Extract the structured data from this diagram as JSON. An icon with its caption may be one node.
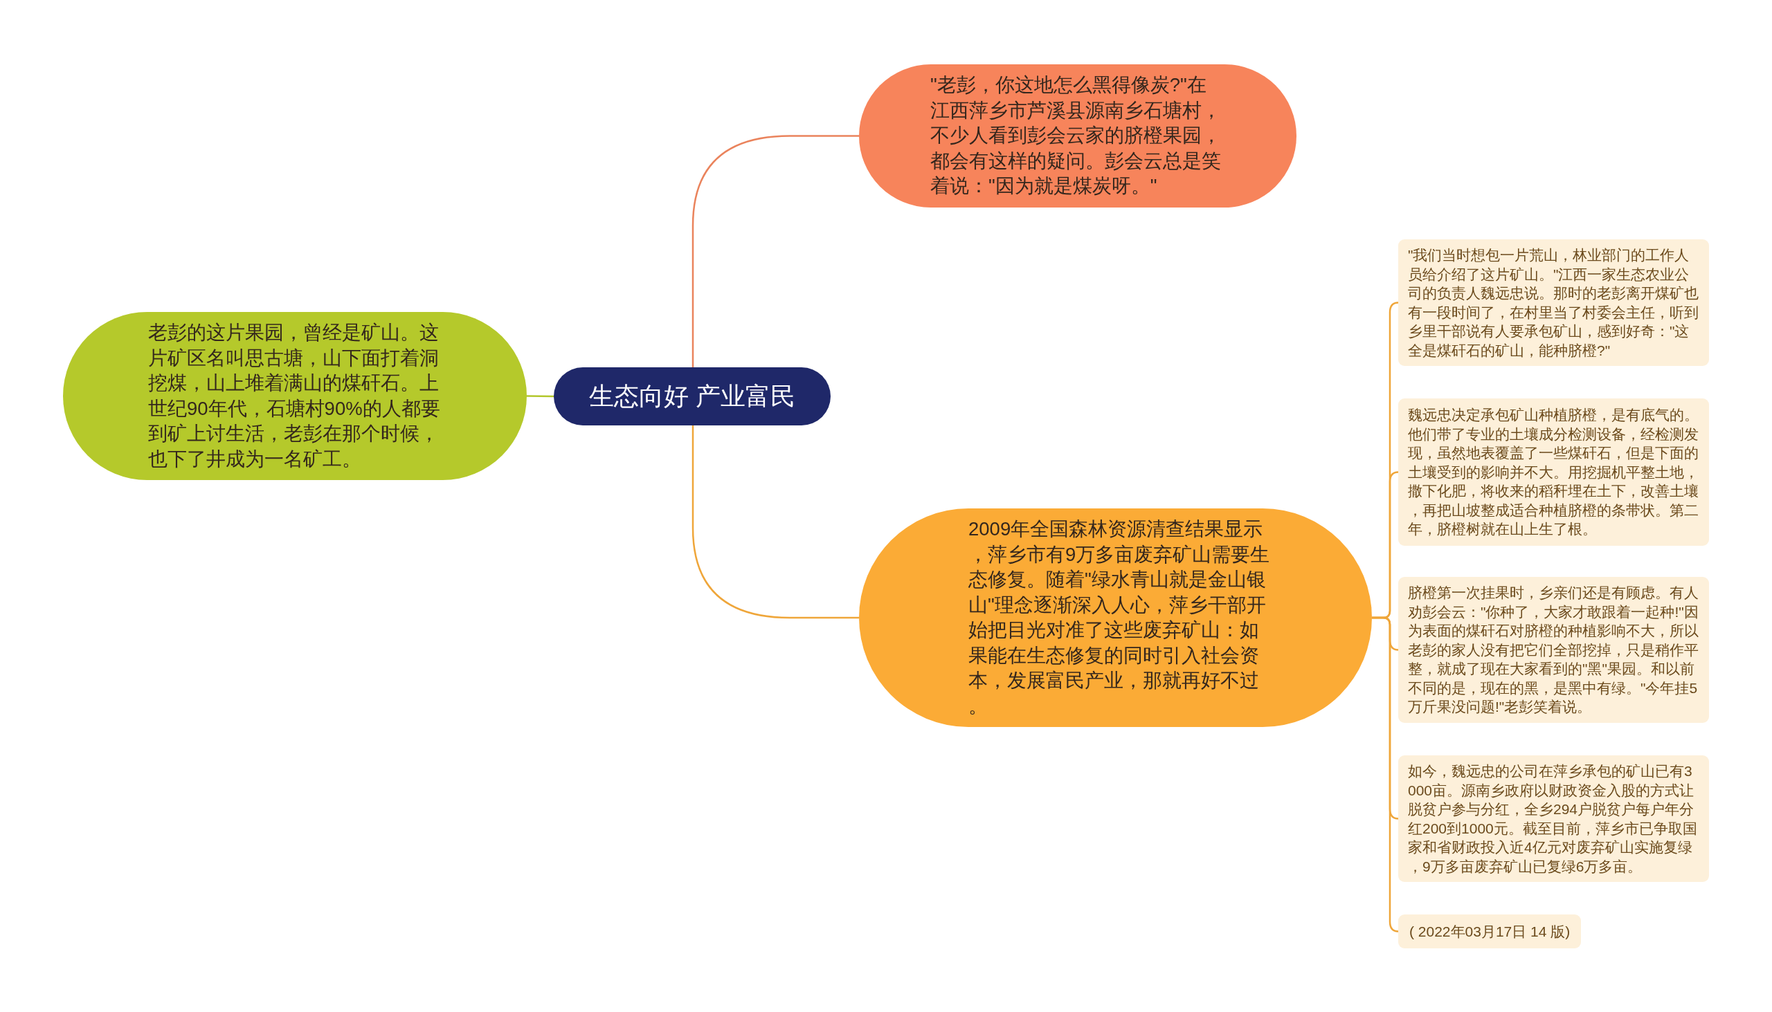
{
  "diagram": {
    "nodes": [
      {
        "text": [
          "生态向好 产业富民"
        ]
      },
      {
        "text": [
          "\"老彭，你这地怎么黑得像炭?\"在江西萍乡市芦溪县源南乡石塘村，不少人看到彭会云家的脐橙果园，都会有这样的疑问。彭会云总是笑着说：\"因为就是煤炭呀。\""
        ]
      },
      {
        "text": [
          "老彭的这片果园，曾经是矿山。这片矿区名叫思古塘，山下面打着洞挖煤，山上堆着满山的煤矸石。上世纪90年代，石塘村90%的人都要到矿上讨生活，老彭在那个时候，也下了井成为一名矿工。"
        ]
      },
      {
        "text": [
          "2009年全国森林资源清查结果显示，萍乡市有9万多亩废弃矿山需要生态修复。随着\"绿水青山就是金山银山\"理念逐渐深入人心，萍乡干部开始把目光对准了这些废弃矿山：如果能在生态修复的同时引入社会资本，发展富民产业，那就再好不过。"
        ]
      },
      {
        "text": [
          "\"我们当时想包一片荒山，林业部门的工作人员给介绍了这片矿山。\"江西一家生态农业公司的负责人魏远忠说。那时的老彭离开煤矿也有一段时间了，在村里当了村委会主任，听到乡里干部说有人要承包矿山，感到好奇：\"这全是煤矸石的矿山，能种脐橙?\""
        ]
      },
      {
        "text": [
          "魏远忠决定承包矿山种植脐橙，是有底气的。他们带了专业的土壤成分检测设备，经检测发现，虽然地表覆盖了一些煤矸石，但是下面的土壤受到的影响并不大。用挖掘机平整土地，撒下化肥，将收来的稻秆埋在土下，改善土壤，再把山坡整成适合种植脐橙的条带状。第二年，脐橙树就在山上生了根。"
        ]
      },
      {
        "text": [
          "脐橙第一次挂果时，乡亲们还是有顾虑。有人劝彭会云：\"你种了，大家才敢跟着一起种!\"因为表面的煤矸石对脐橙的种植影响不大，所以老彭的家人没有把它们全部挖掉，只是稍作平整，就成了现在大家看到的\"黑\"果园。和以前不同的是，现在的黑，是黑中有绿。\"今年挂5万斤果没问题!\"老彭笑着说。"
        ]
      },
      {
        "text": [
          "如今，魏远忠的公司在萍乡承包的矿山已有3000亩。源南乡政府以财政资金入股的方式让脱贫户参与分红，全乡294户脱贫户每户年分红200到1000元。截至目前，萍乡市已争取国家和省财政投入近4亿元对废弃矿山实施复绿，9万多亩废弃矿山已复绿6万多亩。"
        ]
      },
      {
        "text": [
          "( 2022年03月17日 14 版)"
        ]
      }
    ],
    "edges": [
      {
        "from": 0,
        "to": 1,
        "arrow": "none",
        "color": "#ea835c"
      },
      {
        "from": 0,
        "to": 2,
        "arrow": "none",
        "color": "#b3c72c"
      },
      {
        "from": 0,
        "to": 3,
        "arrow": "none"
      },
      {
        "from": 3,
        "to": 4,
        "arrow": "none"
      },
      {
        "from": 3,
        "to": 5,
        "arrow": "none"
      },
      {
        "from": 3,
        "to": 6,
        "arrow": "none"
      },
      {
        "from": 3,
        "to": 7,
        "arrow": "none"
      },
      {
        "from": 3,
        "to": 8,
        "arrow": "none"
      }
    ]
  }
}
